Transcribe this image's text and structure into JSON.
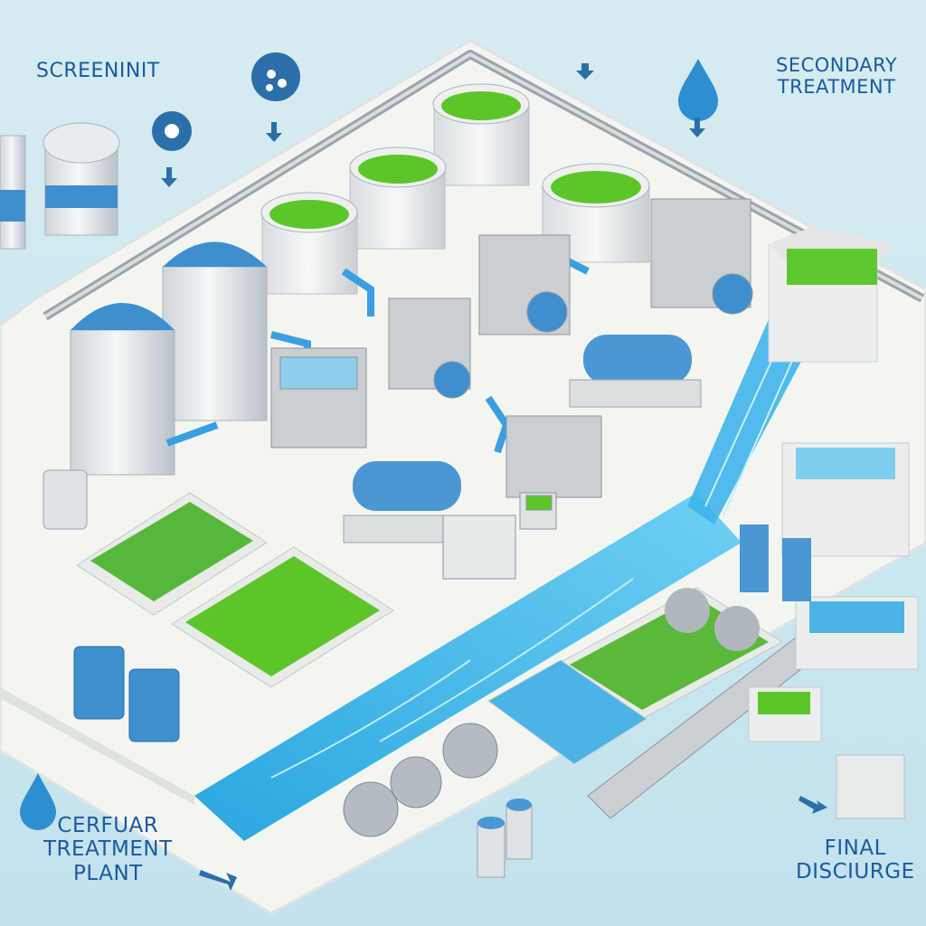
{
  "labels": {
    "screening": "SCREENINIT",
    "secondary_line1": "SECONDARY",
    "secondary_line2": "TREATMENT",
    "plant_line1": "CERFUAR",
    "plant_line2": "TREATMENT",
    "plant_line3": "PLANT",
    "final_line1": "FINAL",
    "final_line2": "DISCIURGE"
  },
  "colors": {
    "background": "#cfe6ee",
    "platform": "#f4f6f2",
    "water": "#3bb3e6",
    "green": "#58c42a",
    "tank_blue": "#3f8fcf",
    "label": "#1a5aa0"
  }
}
